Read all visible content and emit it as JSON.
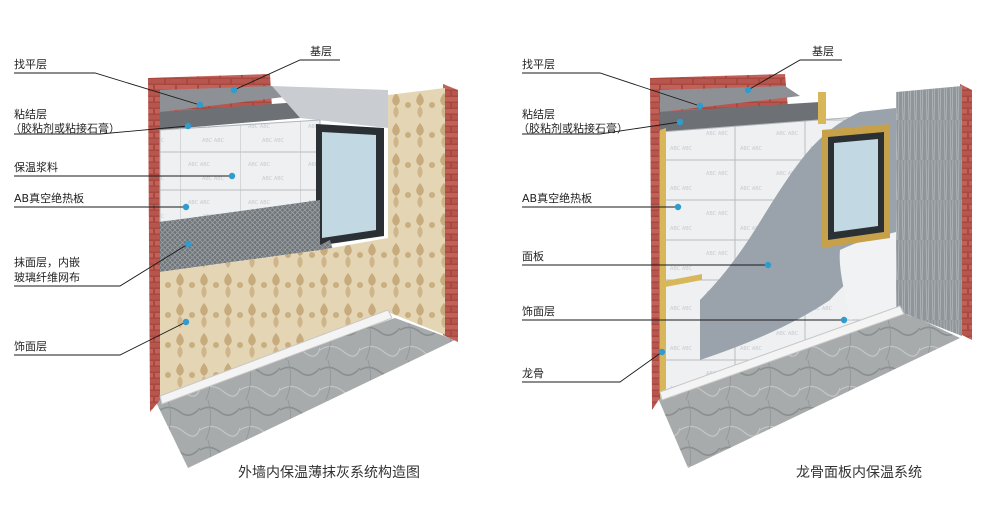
{
  "left_diagram": {
    "caption": "外墙内保温薄抹灰系统构造图",
    "labels": {
      "jiceng": "基层",
      "zhaopingceng": "找平层",
      "zhanjieceng": "粘结层",
      "zhanjieceng_note": "（胶粘剂或粘接石膏）",
      "baowen_jiangliao": "保温浆料",
      "ab_board": "AB真空绝热板",
      "momianceng_1": "抹面层，内嵌",
      "momianceng_2": "玻璃纤维网布",
      "shimianceng": "饰面层"
    }
  },
  "right_diagram": {
    "caption": "龙骨面板内保温系统",
    "labels": {
      "jiceng": "基层",
      "zhaopingceng": "找平层",
      "zhanjieceng": "粘结层",
      "zhanjieceng_note": "（胶粘剂或粘接石膏）",
      "ab_board": "AB真空绝热板",
      "mianban": "面板",
      "shimianceng": "饰面层",
      "longgu": "龙骨"
    }
  },
  "colors": {
    "brick": "#b5534a",
    "insulation_board": "#f2f3f5",
    "wallpaper": "#d9c6a0",
    "floor": "#9ea2a3",
    "leader_dot": "#2e9ccf"
  }
}
